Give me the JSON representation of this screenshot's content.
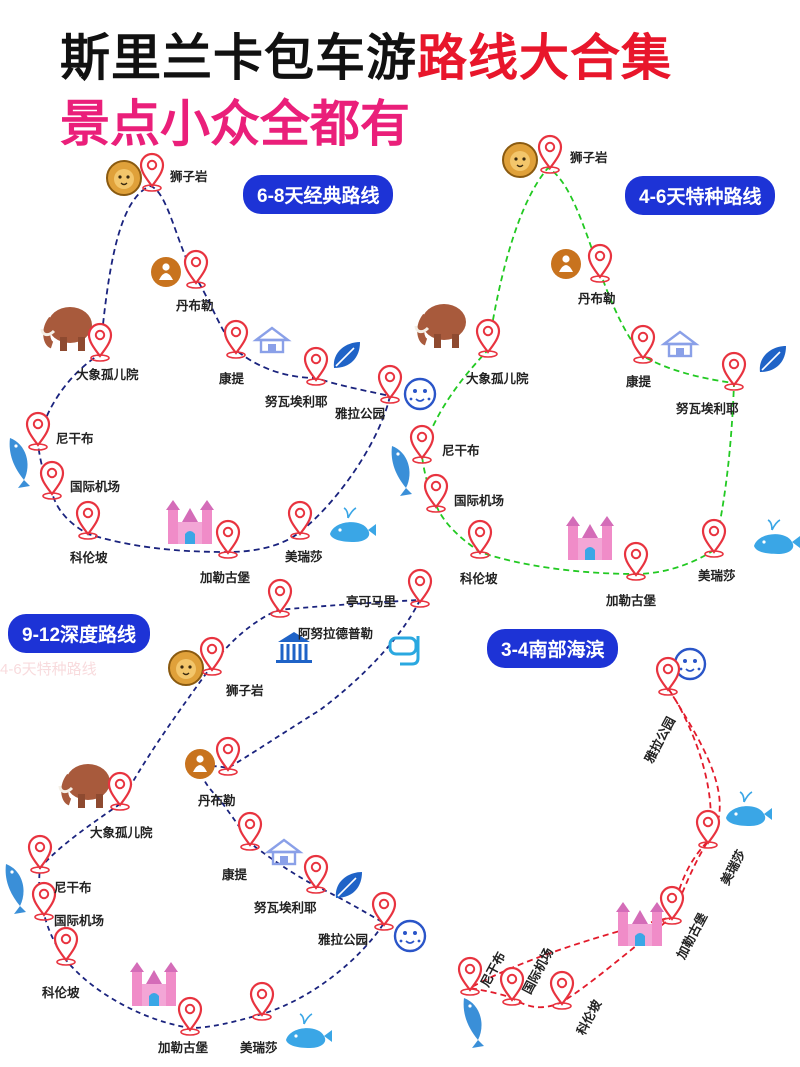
{
  "title": {
    "line1_black": "斯里兰卡包车游",
    "line1_red": "路线大合集",
    "line2": "景点小众全都有"
  },
  "faded_text": "4-6天特种路线",
  "colors": {
    "title_black": "#111111",
    "title_red": "#e8162b",
    "title_pink": "#ea1f7a",
    "badge_blue": "#1d33d6",
    "route_navy": "#1a237e",
    "route_green": "#22c922",
    "route_red": "#e21b2b",
    "pin_red": "#e8333f"
  },
  "routes": [
    {
      "badge": "6-8天经典路线",
      "color": "#1a237e",
      "stops": [
        {
          "name": "狮子岩",
          "icon": "lion-icon"
        },
        {
          "name": "丹布勒",
          "icon": "buddha-temple-icon"
        },
        {
          "name": "康提",
          "icon": "temple-roof-icon"
        },
        {
          "name": "努瓦埃利耶",
          "icon": "tea-leaf-icon"
        },
        {
          "name": "雅拉公园",
          "icon": "leopard-icon"
        },
        {
          "name": "美瑞莎",
          "icon": "whale-icon"
        },
        {
          "name": "加勒古堡",
          "icon": "castle-icon"
        },
        {
          "name": "科伦坡",
          "icon": ""
        },
        {
          "name": "国际机场",
          "icon": ""
        },
        {
          "name": "尼干布",
          "icon": "fish-icon"
        },
        {
          "name": "大象孤儿院",
          "icon": "mammoth-icon"
        }
      ]
    },
    {
      "badge": "4-6天特种路线",
      "color": "#22c922",
      "stops": [
        {
          "name": "狮子岩",
          "icon": "lion-icon"
        },
        {
          "name": "丹布勒",
          "icon": "buddha-temple-icon"
        },
        {
          "name": "康提",
          "icon": "temple-roof-icon"
        },
        {
          "name": "努瓦埃利耶",
          "icon": "tea-leaf-icon"
        },
        {
          "name": "美瑞莎",
          "icon": "whale-icon"
        },
        {
          "name": "加勒古堡",
          "icon": "castle-icon"
        },
        {
          "name": "科伦坡",
          "icon": ""
        },
        {
          "name": "国际机场",
          "icon": ""
        },
        {
          "name": "尼干布",
          "icon": "fish-icon"
        },
        {
          "name": "大象孤儿院",
          "icon": "mammoth-icon"
        }
      ]
    },
    {
      "badge": "9-12深度路线",
      "color": "#1a237e",
      "stops": [
        {
          "name": "亭可马里",
          "icon": "snorkel-icon"
        },
        {
          "name": "阿努拉德普勒",
          "icon": "ruins-icon"
        },
        {
          "name": "狮子岩",
          "icon": "lion-icon"
        },
        {
          "name": "丹布勒",
          "icon": "buddha-temple-icon"
        },
        {
          "name": "康提",
          "icon": "temple-roof-icon"
        },
        {
          "name": "努瓦埃利耶",
          "icon": "tea-leaf-icon"
        },
        {
          "name": "雅拉公园",
          "icon": "leopard-icon"
        },
        {
          "name": "美瑞莎",
          "icon": "whale-icon"
        },
        {
          "name": "加勒古堡",
          "icon": "castle-icon"
        },
        {
          "name": "科伦坡",
          "icon": ""
        },
        {
          "name": "国际机场",
          "icon": ""
        },
        {
          "name": "尼干布",
          "icon": "fish-icon"
        },
        {
          "name": "大象孤儿院",
          "icon": "mammoth-icon"
        }
      ]
    },
    {
      "badge": "3-4南部海滨",
      "color": "#e21b2b",
      "stops": [
        {
          "name": "雅拉公园",
          "icon": "leopard-icon"
        },
        {
          "name": "美瑞莎",
          "icon": "whale-icon"
        },
        {
          "name": "加勒古堡",
          "icon": "castle-icon"
        },
        {
          "name": "科伦坡",
          "icon": ""
        },
        {
          "name": "国际机场",
          "icon": ""
        },
        {
          "name": "尼干布",
          "icon": "fish-icon"
        }
      ]
    }
  ]
}
